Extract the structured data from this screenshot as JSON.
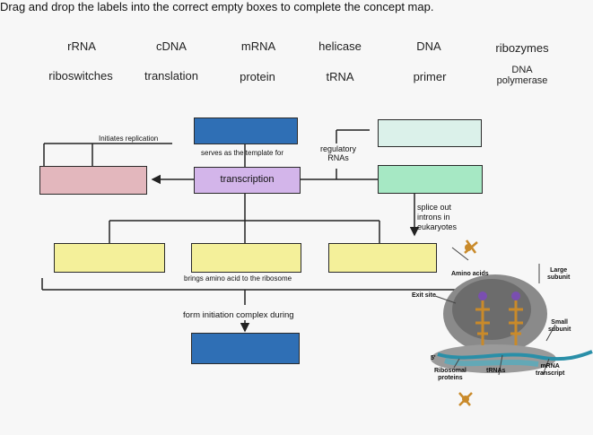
{
  "instruction": "Drag and drop the labels into the correct empty boxes to complete the concept map.",
  "labels_row1": [
    "rRNA",
    "cDNA",
    "mRNA",
    "helicase",
    "DNA",
    "ribozymes"
  ],
  "labels_row2": [
    "riboswitches",
    "translation",
    "protein",
    "tRNA",
    "primer"
  ],
  "dna_polymerase": {
    "line1": "DNA",
    "line2": "polymerase"
  },
  "map": {
    "initiates_replication": "Initiates replication",
    "serves_template": "serves as the template for",
    "transcription": "transcription",
    "regulatory_rnas": {
      "line1": "regulatory",
      "line2": "RNAs"
    },
    "splice_out": {
      "line1": "splice out",
      "line2": "introns in",
      "line3": "eukaryotes"
    },
    "brings_amino_acid": "brings amino acid to the ribosome",
    "form_initiation": "form initiation complex during"
  },
  "ribosome": {
    "amino_acids": "Amino acids",
    "exit_site": "Exit site",
    "five_prime": "5'",
    "large_subunit": {
      "line1": "Large",
      "line2": "subunit"
    },
    "small_subunit": {
      "line1": "Small",
      "line2": "subunit"
    },
    "ribosomal_proteins": {
      "line1": "Ribosomal",
      "line2": "proteins"
    },
    "trnas": "tRNAs",
    "mrna_transcript": {
      "line1": "mRNA",
      "line2": "transcript"
    }
  },
  "colors": {
    "blue_box": "#2f6fb5",
    "pink_box": "#e3b7bd",
    "yellow_box": "#f4f09a",
    "mint_box": "#dbf1ea",
    "green_box": "#a6e8c4",
    "lavender_box": "#d3b5ea"
  }
}
